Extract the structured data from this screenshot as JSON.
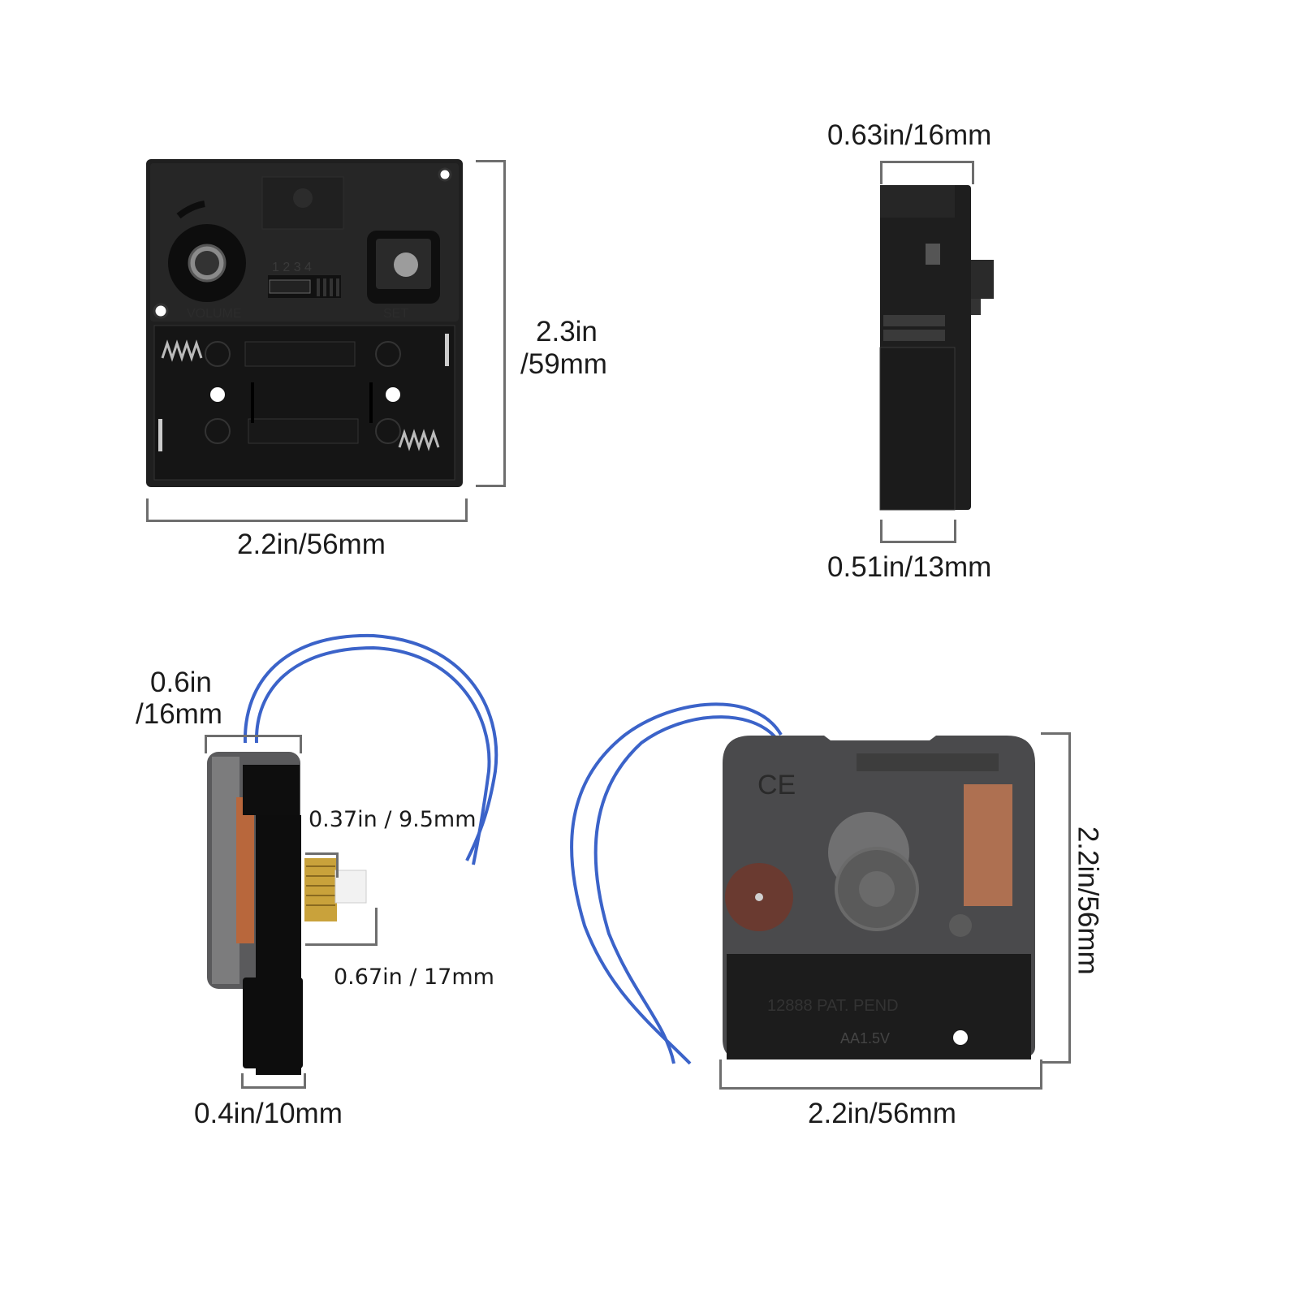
{
  "diagram": {
    "subject": "Quartz clock movement dimensions",
    "panels": [
      {
        "id": "back-view-battery",
        "description": "Back view of movement with volume dial, 1-4 selector switch, button and 2xAA battery compartment",
        "width_label": "2.2in/56mm",
        "height_label_line1": "2.3in",
        "height_label_line2": "/59mm",
        "switch_positions": [
          "1",
          "2",
          "3",
          "4"
        ],
        "molded_texts": [
          "VOLUME",
          "SET"
        ]
      },
      {
        "id": "side-view-thin",
        "description": "Side profile of movement",
        "top_width_label": "0.63in/16mm",
        "bottom_width_label": "0.51in/13mm"
      },
      {
        "id": "side-view-with-shaft",
        "description": "Side profile with wires and threaded shaft",
        "depth_label_line1": "0.6in",
        "depth_label_line2": "/16mm",
        "thread_label": "0.37in / 9.5mm",
        "shaft_label": "0.67in / 17mm",
        "base_label": "0.4in/10mm"
      },
      {
        "id": "front-view-with-wires",
        "description": "Front of movement with CE mark, coil, gear wheel and AA 1.5V battery slot",
        "width_label": "2.2in/56mm",
        "height_label": "2.2in/56mm",
        "molded_texts": [
          "CE",
          "AA1.5V",
          "12888 PAT. PEND"
        ]
      }
    ]
  },
  "colors": {
    "background": "#ffffff",
    "plastic": "#1c1c1c",
    "translucent": "#4a4a4c",
    "wire": "#3b63c9",
    "copper": "#b8673c",
    "brass": "#c9a23b",
    "gear": "#6a3a30",
    "dimension_line": "#6e6e6e"
  }
}
